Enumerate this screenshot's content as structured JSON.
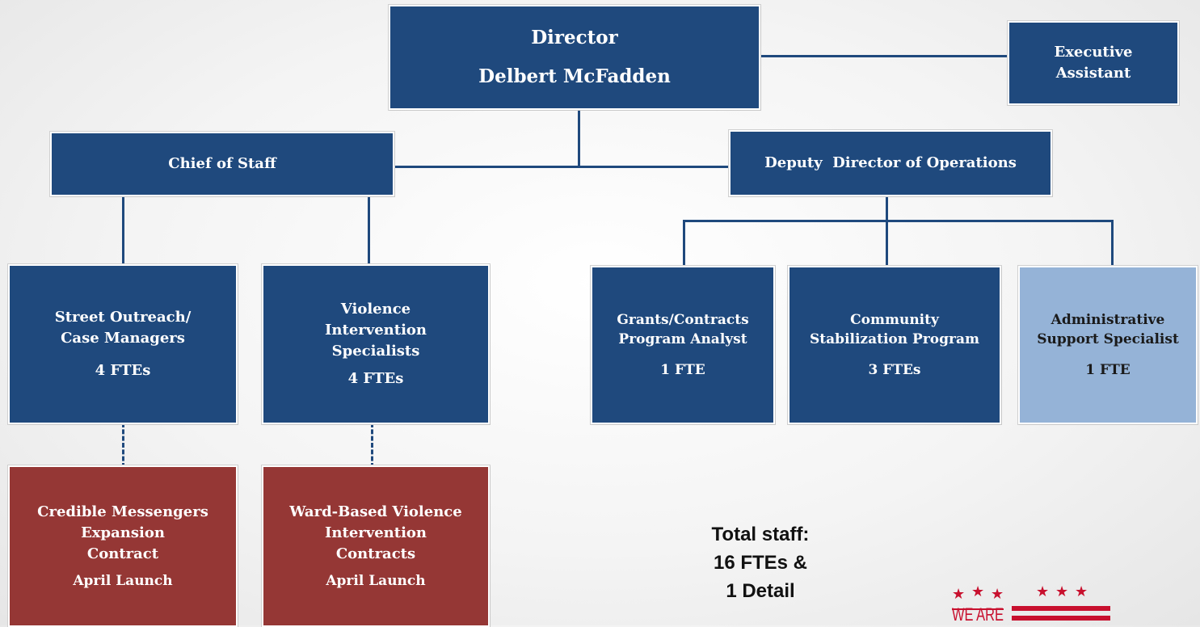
{
  "director": {
    "title": "Director",
    "name": "Delbert McFadden"
  },
  "executive_assistant": {
    "line1": "Executive",
    "line2": "Assistant"
  },
  "chief_of_staff": {
    "label": "Chief of Staff"
  },
  "deputy_director": {
    "label": "Deputy  Director of Operations"
  },
  "street_outreach": {
    "line1": "Street Outreach/",
    "line2": "Case Managers",
    "fte": "4 FTEs"
  },
  "violence_intervention": {
    "line1": "Violence",
    "line2": "Intervention",
    "line3": "Specialists",
    "fte": "4 FTEs"
  },
  "grants": {
    "line1": "Grants/Contracts",
    "line2": "Program Analyst",
    "fte": "1 FTE"
  },
  "community": {
    "line1": "Community",
    "line2": "Stabilization Program",
    "fte": "3 FTEs"
  },
  "admin": {
    "line1": "Administrative",
    "line2": "Support Specialist",
    "fte": "1 FTE"
  },
  "credible": {
    "line1": "Credible Messengers",
    "line2": "Expansion",
    "line3": "Contract",
    "launch": "April Launch"
  },
  "ward": {
    "line1": "Ward-Based Violence",
    "line2": "Intervention",
    "line3": "Contracts",
    "launch": "April Launch"
  },
  "total": {
    "line1": "Total staff:",
    "line2": "16 FTEs &",
    "line3": "1 Detail"
  },
  "logo": {
    "text": "WE ARE"
  },
  "colors": {
    "navy": "#1f497d",
    "light_blue": "#95b3d7",
    "dark_red": "#953735"
  }
}
